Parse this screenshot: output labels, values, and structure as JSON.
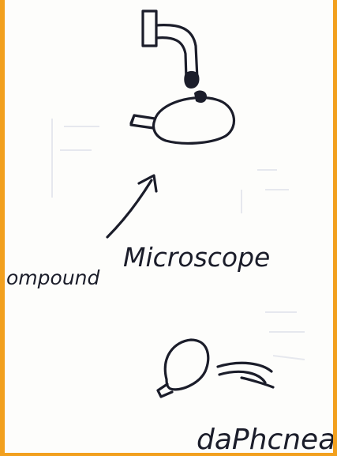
{
  "labels": {
    "compound_fragment": "ompound",
    "microscope": "Microscope",
    "daphnia_fragment": "daPhcnea"
  },
  "ink_color": "#1b1d2a",
  "border_color": "#f2a01e"
}
